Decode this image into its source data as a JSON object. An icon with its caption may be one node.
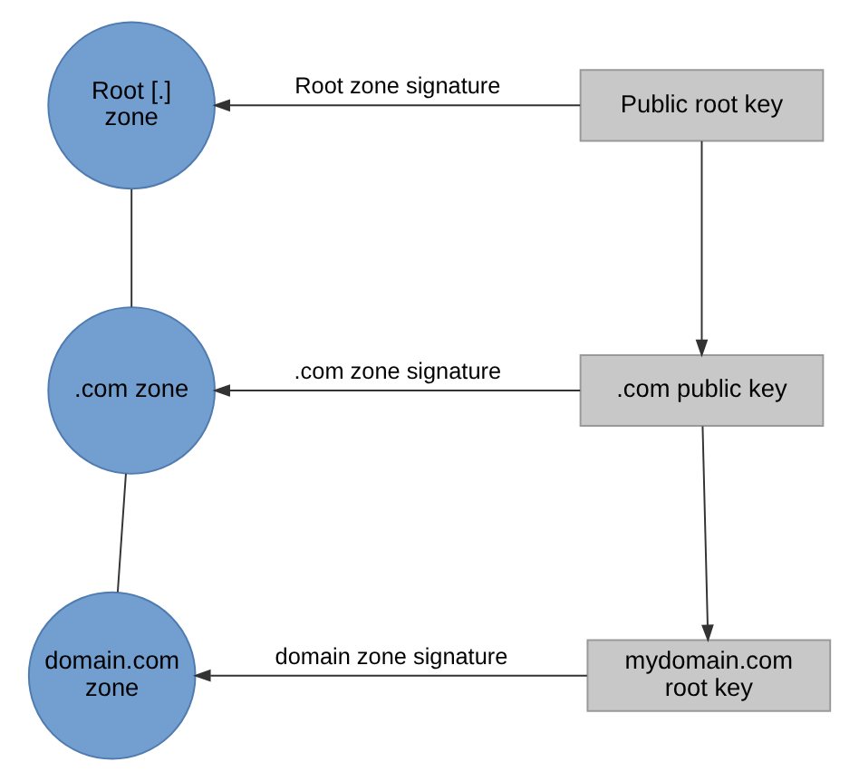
{
  "diagram": {
    "nodes": [
      {
        "text": [
          "Root [.] zone"
        ]
      },
      {
        "text": [
          "Public root key"
        ]
      },
      {
        "text": [
          ".com zone"
        ]
      },
      {
        "text": [
          ".com public key"
        ]
      },
      {
        "text": [
          "domain.com zone"
        ]
      },
      {
        "text": [
          "mydomain.com root key"
        ]
      }
    ],
    "edges": [
      {
        "from": 1,
        "to": 0,
        "arrow": "to",
        "label": "Root zone signature"
      },
      {
        "from": 0,
        "to": 2,
        "arrow": "none"
      },
      {
        "from": 1,
        "to": 3,
        "arrow": "to"
      },
      {
        "from": 3,
        "to": 2,
        "arrow": "to",
        "label": ".com zone signature"
      },
      {
        "from": 2,
        "to": 4,
        "arrow": "none"
      },
      {
        "from": 3,
        "to": 5,
        "arrow": "to"
      },
      {
        "from": 5,
        "to": 4,
        "arrow": "to",
        "label": "domain zone signature"
      }
    ]
  }
}
